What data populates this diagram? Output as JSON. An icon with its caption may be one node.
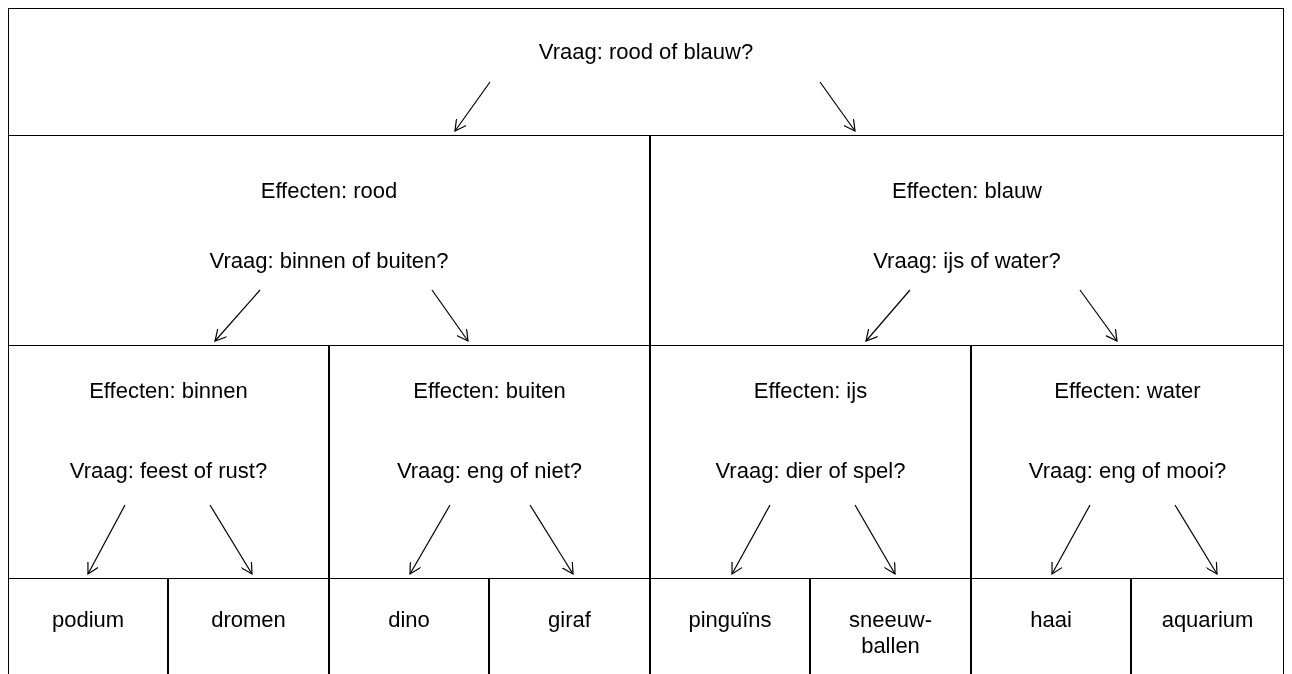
{
  "diagram": {
    "nodes": [
      {
        "text": [
          "Vraag: rood of blauw?"
        ]
      },
      {
        "text": [
          "Effecten: rood",
          "Vraag: binnen of buiten?"
        ]
      },
      {
        "text": [
          "Effecten: blauw",
          "Vraag: ijs of water?"
        ]
      },
      {
        "text": [
          "Effecten: binnen",
          "Vraag: feest of rust?"
        ]
      },
      {
        "text": [
          "Effecten: buiten",
          "Vraag: eng of niet?"
        ]
      },
      {
        "text": [
          "Effecten: ijs",
          "Vraag: dier of spel?"
        ]
      },
      {
        "text": [
          "Effecten: water",
          "Vraag: eng of mooi?"
        ]
      },
      {
        "text": [
          "podium"
        ]
      },
      {
        "text": [
          "dromen"
        ]
      },
      {
        "text": [
          "dino"
        ]
      },
      {
        "text": [
          "giraf"
        ]
      },
      {
        "text": [
          "pinguïns"
        ]
      },
      {
        "text": [
          "sneeuw-ballen"
        ]
      },
      {
        "text": [
          "haai"
        ]
      },
      {
        "text": [
          "aquarium"
        ]
      }
    ],
    "edges": [
      {
        "from": 0,
        "to": 1,
        "arrow": "to"
      },
      {
        "from": 0,
        "to": 2,
        "arrow": "to"
      },
      {
        "from": 1,
        "to": 3,
        "arrow": "to"
      },
      {
        "from": 1,
        "to": 4,
        "arrow": "to"
      },
      {
        "from": 2,
        "to": 5,
        "arrow": "to"
      },
      {
        "from": 2,
        "to": 6,
        "arrow": "to"
      },
      {
        "from": 3,
        "to": 7,
        "arrow": "to"
      },
      {
        "from": 3,
        "to": 8,
        "arrow": "to"
      },
      {
        "from": 4,
        "to": 9,
        "arrow": "to"
      },
      {
        "from": 4,
        "to": 10,
        "arrow": "to"
      },
      {
        "from": 5,
        "to": 11,
        "arrow": "to"
      },
      {
        "from": 5,
        "to": 12,
        "arrow": "to"
      },
      {
        "from": 6,
        "to": 13,
        "arrow": "to"
      },
      {
        "from": 6,
        "to": 14,
        "arrow": "to"
      }
    ]
  }
}
